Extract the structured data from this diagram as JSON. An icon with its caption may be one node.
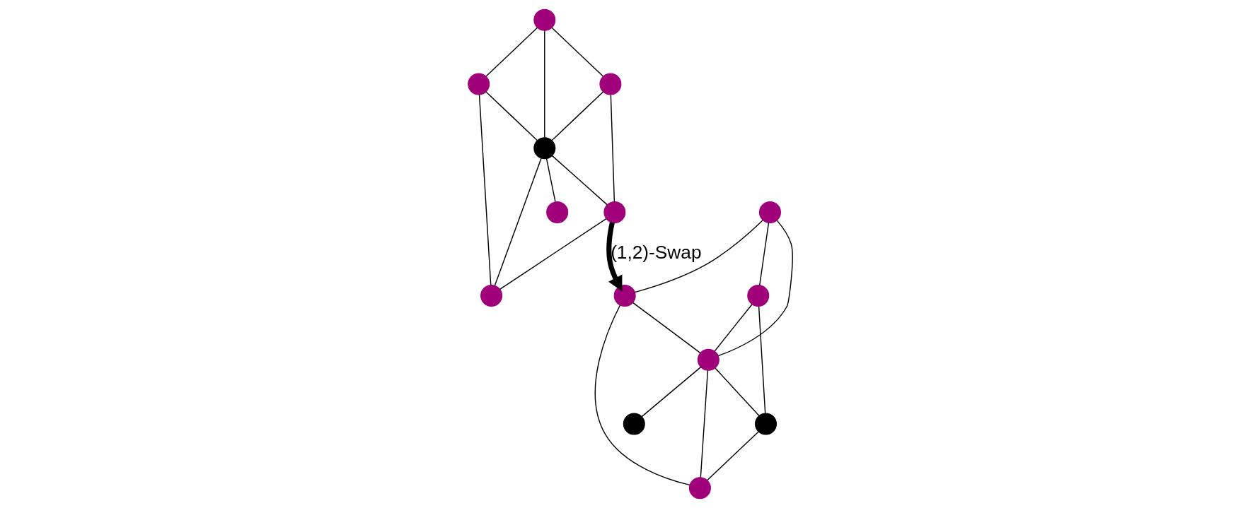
{
  "diagram": {
    "nodes": [
      {
        "text": [],
        "shape": "circle"
      },
      {
        "text": [],
        "shape": "circle"
      },
      {
        "text": [],
        "shape": "circle"
      },
      {
        "text": [],
        "shape": "circle"
      },
      {
        "text": [],
        "shape": "circle"
      },
      {
        "text": [],
        "shape": "circle"
      },
      {
        "text": [],
        "shape": "circle"
      },
      {
        "text": [],
        "shape": "circle"
      },
      {
        "text": [],
        "shape": "circle"
      },
      {
        "text": [],
        "shape": "circle"
      },
      {
        "text": [],
        "shape": "circle"
      },
      {
        "text": [],
        "shape": "circle"
      },
      {
        "text": [],
        "shape": "circle"
      },
      {
        "text": [],
        "shape": "circle"
      }
    ],
    "edges": [
      {
        "from": 0,
        "to": 1,
        "arrow": "none"
      },
      {
        "from": 0,
        "to": 2,
        "arrow": "none"
      },
      {
        "from": 0,
        "to": 3,
        "arrow": "none"
      },
      {
        "from": 1,
        "to": 3,
        "arrow": "none"
      },
      {
        "from": 1,
        "to": 4,
        "arrow": "none"
      },
      {
        "from": 2,
        "to": 3,
        "arrow": "none"
      },
      {
        "from": 2,
        "to": 6,
        "arrow": "none"
      },
      {
        "from": 3,
        "to": 5,
        "arrow": "none"
      },
      {
        "from": 3,
        "to": 4,
        "arrow": "none"
      },
      {
        "from": 3,
        "to": 6,
        "arrow": "none"
      },
      {
        "from": 4,
        "to": 6,
        "arrow": "none"
      },
      {
        "from": 4,
        "to": 9,
        "arrow": "to",
        "label": "(1,2)-Swap",
        "style": "thick"
      },
      {
        "from": 7,
        "to": 8,
        "arrow": "none"
      },
      {
        "from": 7,
        "to": 9,
        "arrow": "none"
      },
      {
        "from": 7,
        "to": 10,
        "arrow": "none"
      },
      {
        "from": 8,
        "to": 10,
        "arrow": "none"
      },
      {
        "from": 8,
        "to": 11,
        "arrow": "none"
      },
      {
        "from": 9,
        "to": 10,
        "arrow": "none"
      },
      {
        "from": 9,
        "to": 13,
        "arrow": "none"
      },
      {
        "from": 10,
        "to": 12,
        "arrow": "none"
      },
      {
        "from": 10,
        "to": 11,
        "arrow": "none"
      },
      {
        "from": 10,
        "to": 13,
        "arrow": "none"
      },
      {
        "from": 11,
        "to": 13,
        "arrow": "none"
      }
    ]
  }
}
